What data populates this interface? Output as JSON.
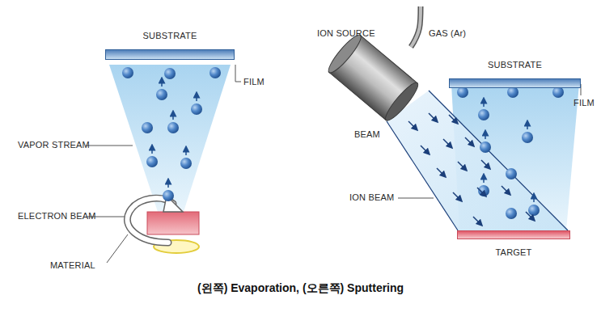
{
  "diagram": {
    "caption": "(왼쪽) Evaporation, (오른쪽) Sputtering",
    "nodes": [
      {
        "text": [
          "SUBSTRATE"
        ]
      },
      {
        "text": [
          "SUBSTRATE"
        ]
      },
      {
        "text": [
          "TARGET"
        ]
      }
    ],
    "labels": [
      "FILM",
      "VAPOR STREAM",
      "ELECTRON BEAM",
      "MATERIAL",
      "ION SOURCE",
      "GAS (Ar)",
      "BEAM",
      "FILM",
      "ION BEAM"
    ]
  }
}
